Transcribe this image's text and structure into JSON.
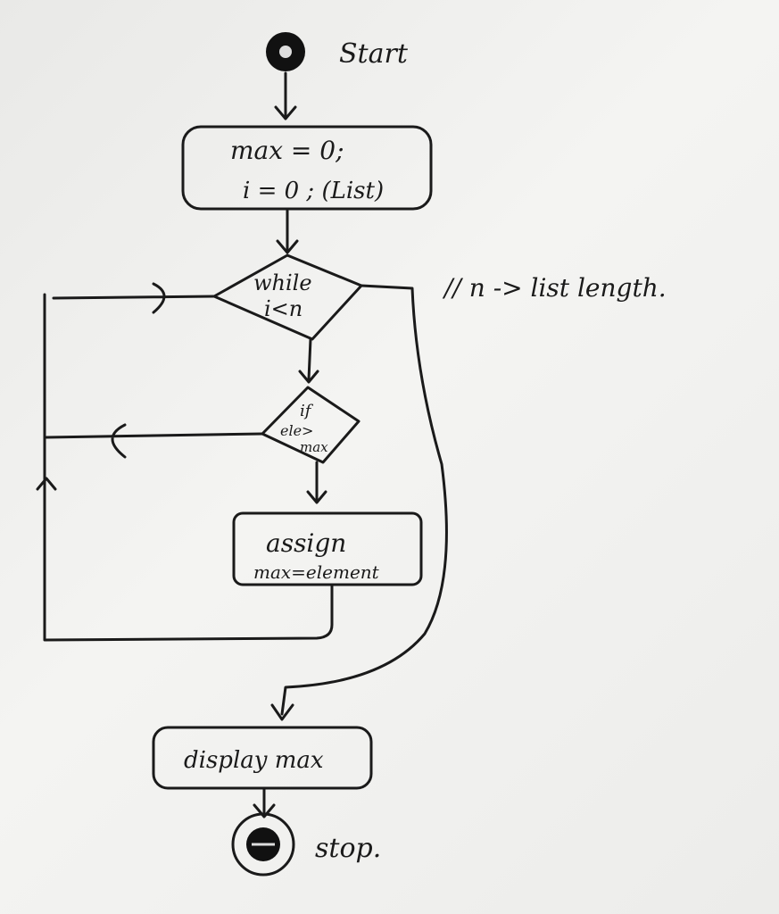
{
  "nodes": {
    "start_label": "Start",
    "init_line1": "max = 0;",
    "init_line2": "i = 0 ; (List)",
    "while_line1": "while",
    "while_line2": "i<n",
    "if_line1": "if",
    "if_line2": "ele>",
    "if_line3": "max",
    "assign_line1": "assign",
    "assign_line2": "max=element",
    "display_label": "display max",
    "stop_label": "stop."
  },
  "note": "// n -> list length."
}
